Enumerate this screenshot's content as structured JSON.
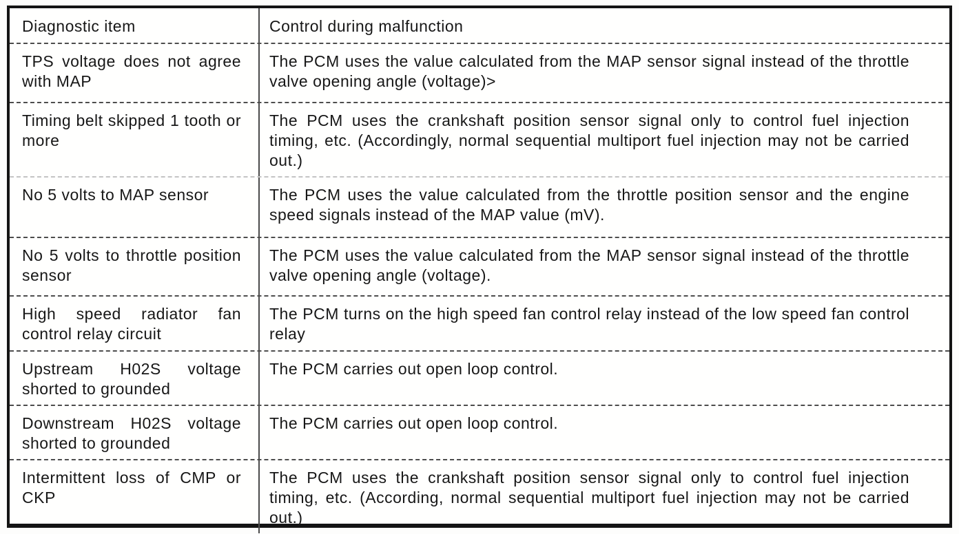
{
  "table": {
    "columns": [
      "Diagnostic item",
      "Control during malfunction"
    ],
    "rows": [
      {
        "item": "TPS voltage does not agree with MAP",
        "control": "The PCM uses the value calculated from the MAP sensor signal instead of the throttle valve opening angle (voltage)>"
      },
      {
        "item": "Timing belt skipped 1 tooth or more",
        "control": "The PCM uses the crankshaft position sensor signal only to control fuel injection timing, etc. (Accordingly, normal sequential multiport fuel injection may not be carried out.)"
      },
      {
        "item": "No 5 volts to MAP sensor",
        "control": "The PCM uses the value calculated from the throttle position sensor and the engine speed signals instead of the MAP value (mV)."
      },
      {
        "item": "No 5 volts to throttle position sensor",
        "control": "The PCM uses the value calculated from the MAP sensor signal instead of the throttle valve opening angle (voltage)."
      },
      {
        "item": "High speed radiator fan control relay circuit",
        "control": "The PCM turns on the high speed fan control relay instead of the low speed fan control relay"
      },
      {
        "item": "Upstream H02S voltage shorted to grounded",
        "control": "The PCM carries out open loop control."
      },
      {
        "item": "Downstream H02S voltage shorted to grounded",
        "control": "The PCM carries out open loop control."
      },
      {
        "item": "Intermittent loss of CMP or CKP",
        "control": "The PCM uses the crankshaft position sensor signal only to control fuel injection timing, etc. (According, normal sequential multiport fuel injection may not be carried out.)"
      }
    ]
  }
}
